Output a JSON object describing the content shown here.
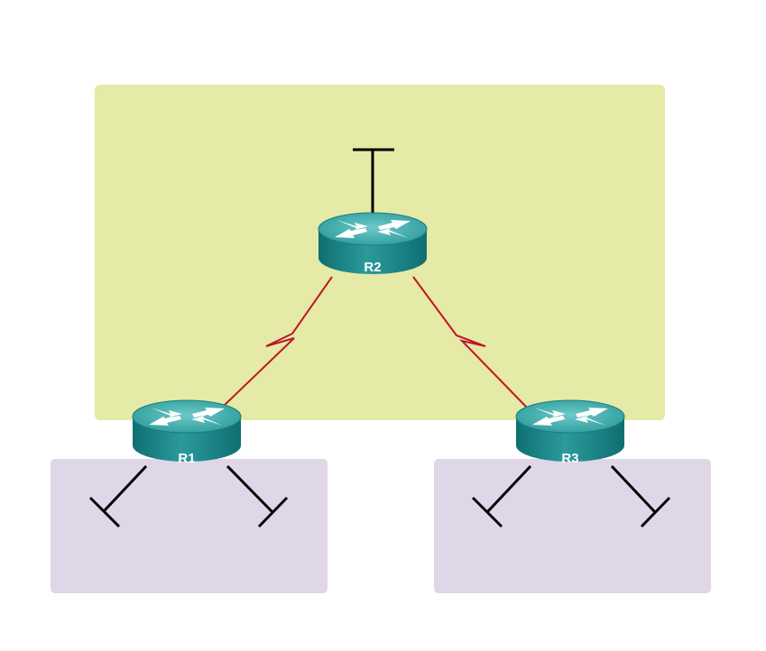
{
  "colors": {
    "area_top": "#e5eaa6",
    "area_bottom": "#dfd6e7",
    "serial_link": "#c0152a",
    "ethernet": "#000000",
    "router_body": "#1e8a8c",
    "router_top": "#4fb6b7"
  },
  "routers": [
    {
      "id": "r2",
      "label": "R2",
      "icon": "router-icon"
    },
    {
      "id": "r1",
      "label": "R1",
      "icon": "router-icon"
    },
    {
      "id": "r3",
      "label": "R3",
      "icon": "router-icon"
    }
  ],
  "links": [
    {
      "from": "R2",
      "to": "R1",
      "type": "serial"
    },
    {
      "from": "R2",
      "to": "R3",
      "type": "serial"
    }
  ]
}
